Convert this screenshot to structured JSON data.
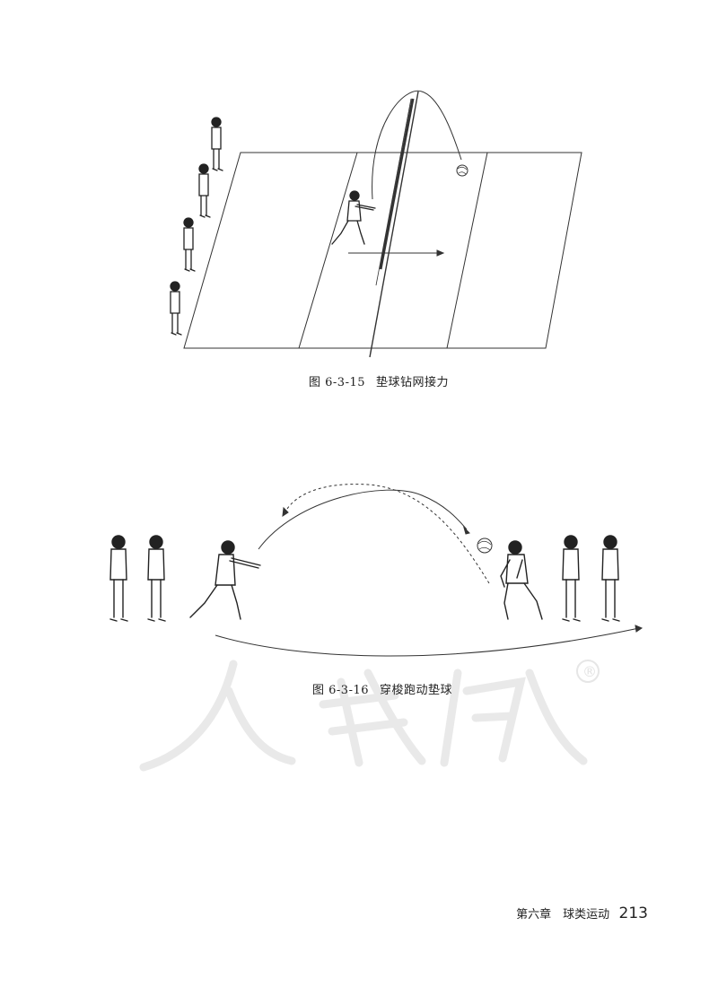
{
  "figure1": {
    "number": "图 6-3-15",
    "title": "垫球钻网接力"
  },
  "figure2": {
    "number": "图 6-3-16",
    "title": "穿梭跑动垫球"
  },
  "footer": {
    "chapter": "第六章　球类运动",
    "page_number": "213"
  },
  "watermark": {
    "text": "人教版",
    "mark": "®"
  }
}
